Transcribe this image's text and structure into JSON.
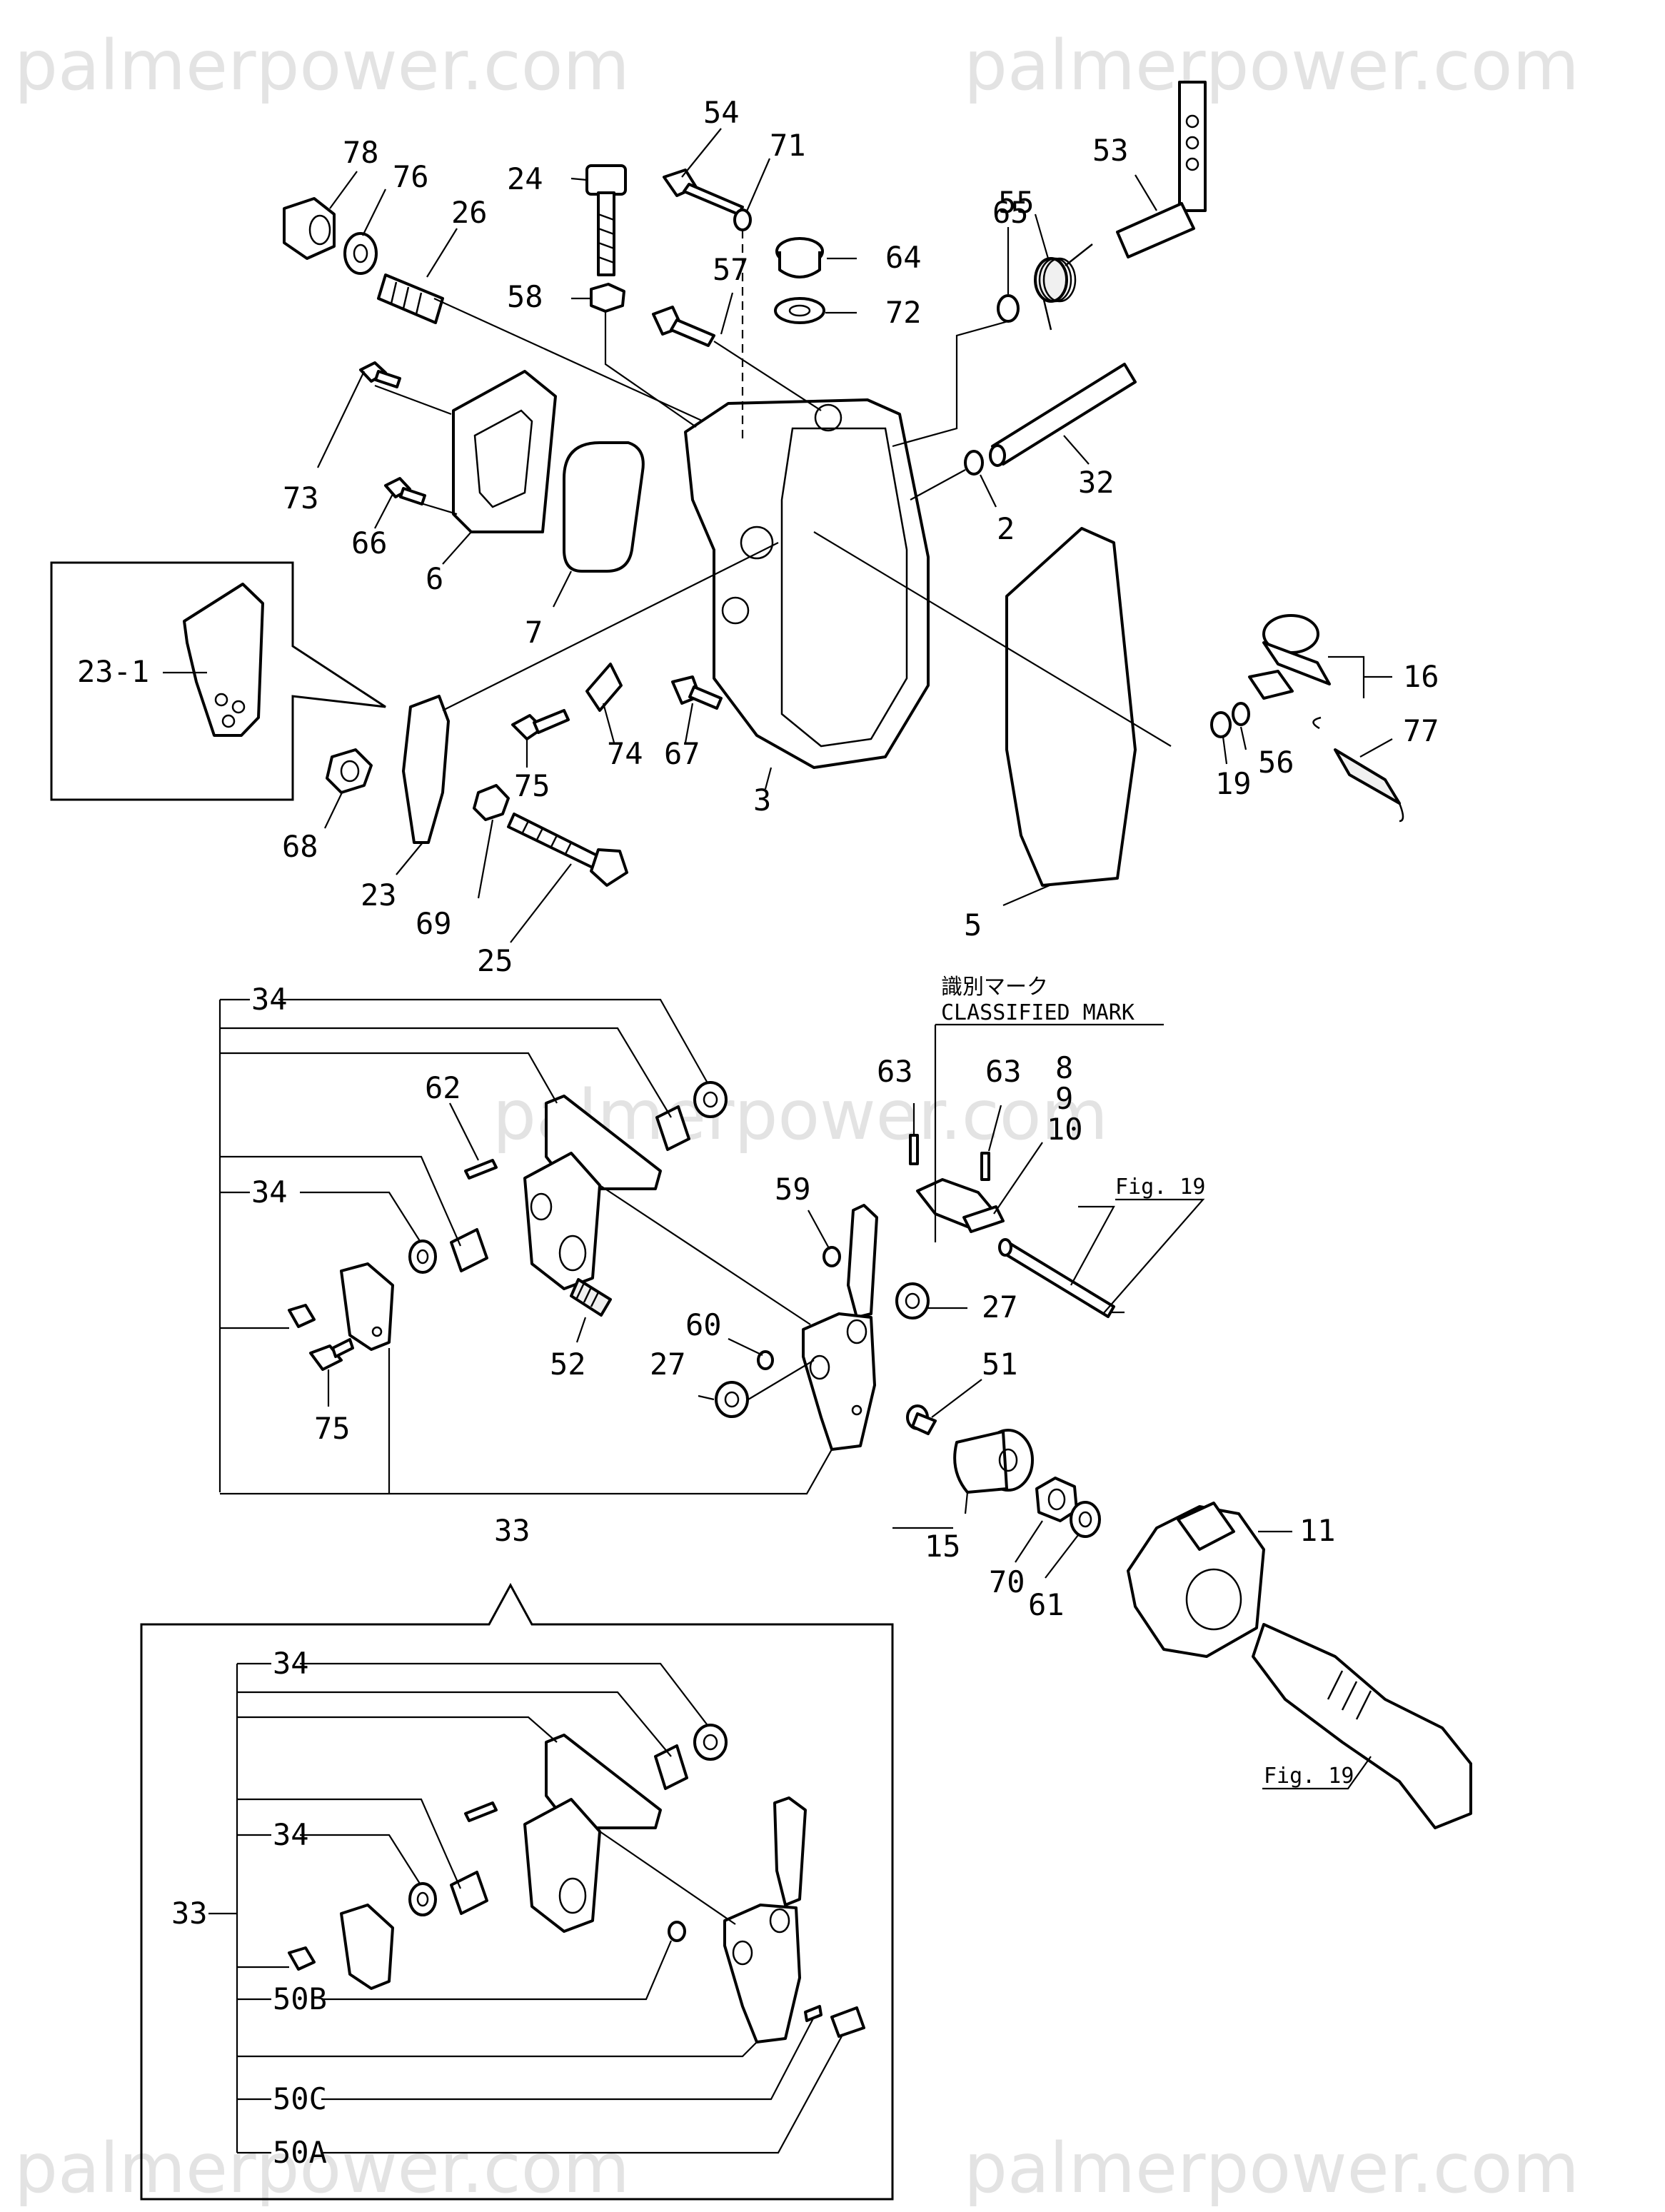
{
  "watermarks": [
    "palmerpower.com",
    "palmerpower.com",
    "palmerpower.com",
    "palmerpower.com",
    "palmerpower.com"
  ],
  "detail_label": "23-1",
  "classified_mark": {
    "jp": "識別マーク",
    "en": "CLASSIFIED MARK"
  },
  "fig_ref_upper": "Fig. 19",
  "fig_ref_lower": "Fig. 19",
  "callouts": {
    "p78": "78",
    "p76": "76",
    "p26": "26",
    "p24": "24",
    "p58": "58",
    "p54": "54",
    "p71": "71",
    "p64": "64",
    "p72": "72",
    "p57": "57",
    "p65": "65",
    "p55": "55",
    "p53": "53",
    "p32": "32",
    "p2": "2",
    "p73": "73",
    "p66": "66",
    "p6": "6",
    "p7": "7",
    "p16": "16",
    "p77": "77",
    "p19": "19",
    "p56": "56",
    "p5": "5",
    "p3": "3",
    "p67": "67",
    "p74": "74",
    "p75a": "75",
    "p68": "68",
    "p23": "23",
    "p69": "69",
    "p25": "25",
    "p34a": "34",
    "p62": "62",
    "p34b": "34",
    "p75b": "75",
    "p52": "52",
    "p63a": "63",
    "p63b": "63",
    "p8": "8",
    "p9": "9",
    "p10": "10",
    "p59": "59",
    "p27a": "27",
    "p60": "60",
    "p27b": "27",
    "p51": "51",
    "p15": "15",
    "p70": "70",
    "p61": "61",
    "p11": "11",
    "p33a": "33",
    "p34c": "34",
    "p34d": "34",
    "p33b": "33",
    "p50B": "50B",
    "p50C": "50C",
    "p50A": "50A"
  }
}
